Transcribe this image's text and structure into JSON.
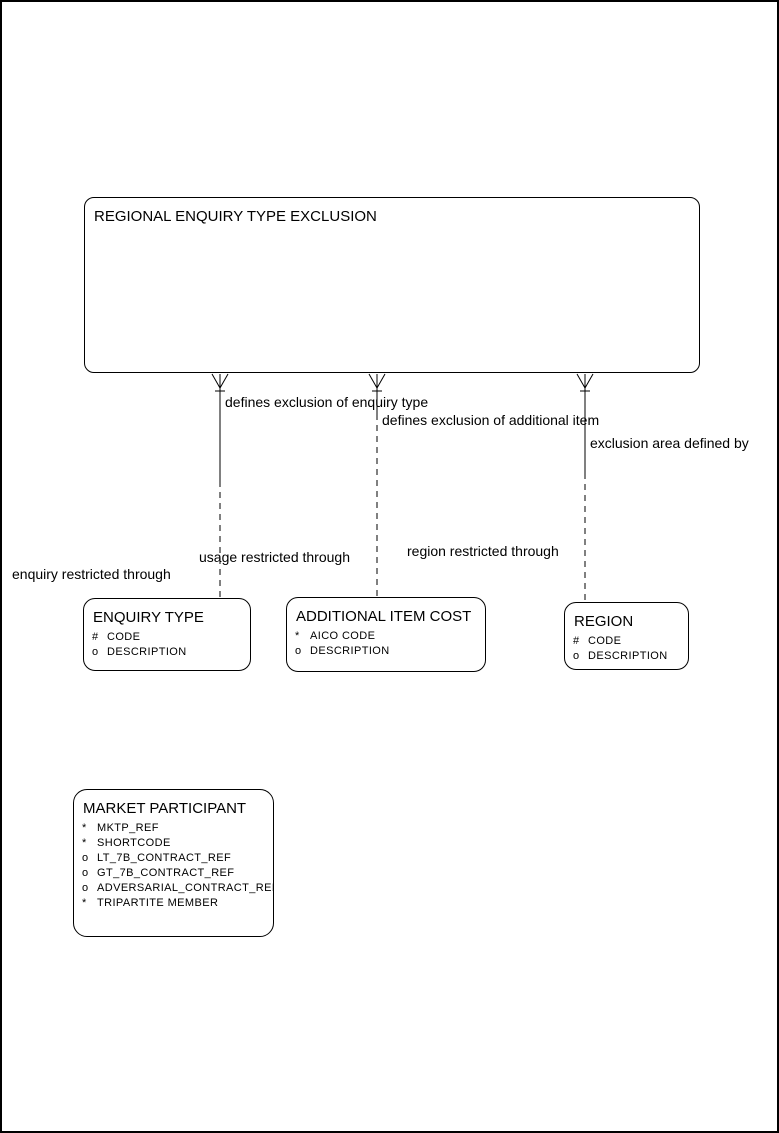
{
  "diagram": {
    "colors": {
      "line": "#000000",
      "background": "#ffffff"
    },
    "root_entity": {
      "name": "REGIONAL ENQUIRY TYPE EXCLUSION"
    },
    "entities": [
      {
        "name": "ENQUIRY TYPE",
        "attributes": [
          {
            "prefix": "#",
            "label": "CODE"
          },
          {
            "prefix": "o",
            "label": "DESCRIPTION"
          }
        ]
      },
      {
        "name": "ADDITIONAL ITEM COST",
        "attributes": [
          {
            "prefix": "*",
            "label": "AICO CODE"
          },
          {
            "prefix": "o",
            "label": "DESCRIPTION"
          }
        ]
      },
      {
        "name": "REGION",
        "attributes": [
          {
            "prefix": "#",
            "label": "CODE"
          },
          {
            "prefix": "o",
            "label": "DESCRIPTION"
          }
        ]
      },
      {
        "name": "MARKET PARTICIPANT",
        "attributes": [
          {
            "prefix": "*",
            "label": "MKTP_REF"
          },
          {
            "prefix": "*",
            "label": "SHORTCODE"
          },
          {
            "prefix": "o",
            "label": "LT_7B_CONTRACT_REF"
          },
          {
            "prefix": "o",
            "label": "GT_7B_CONTRACT_REF"
          },
          {
            "prefix": "o",
            "label": "ADVERSARIAL_CONTRACT_REF"
          },
          {
            "prefix": "*",
            "label": "TRIPARTITE MEMBER"
          }
        ]
      }
    ],
    "relationships": [
      {
        "parent_label": "defines exclusion of enquiry type",
        "child_label": "enquiry restricted through"
      },
      {
        "parent_label": "defines exclusion of additional item",
        "child_label": "usage restricted through"
      },
      {
        "parent_label": "exclusion area defined by",
        "child_label": "region restricted through"
      }
    ]
  }
}
